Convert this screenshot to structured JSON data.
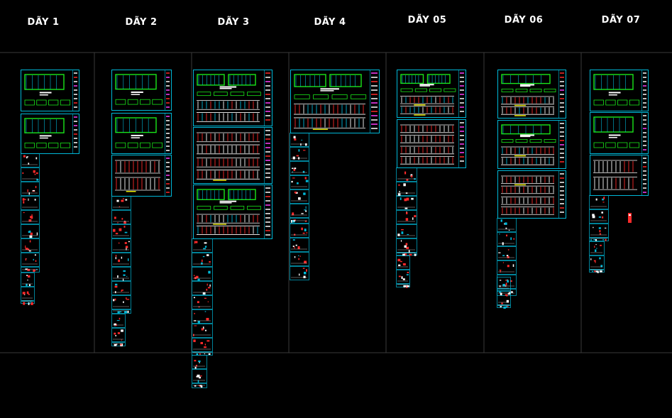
{
  "colors": {
    "background": "#000000",
    "grid_line": "#3a3a3a",
    "sheet_frame": "#00b8d8",
    "sheet_frame_alt": "#cfd8d8",
    "plan_green": "#19e619",
    "accent_red": "#ff2b2b",
    "accent_white": "#ffffff",
    "accent_yellow": "#e8e800",
    "accent_magenta": "#ff40ff"
  },
  "columns": [
    {
      "id": "day-1",
      "title": "DÃY 1"
    },
    {
      "id": "day-2",
      "title": "DÃY 2"
    },
    {
      "id": "day-3",
      "title": "DÃY 3"
    },
    {
      "id": "day-4",
      "title": "DÃY 4"
    },
    {
      "id": "day-05",
      "title": "DÃY 05"
    },
    {
      "id": "day-06",
      "title": "DÃY 06"
    },
    {
      "id": "day-07",
      "title": "DÃY 07"
    }
  ]
}
